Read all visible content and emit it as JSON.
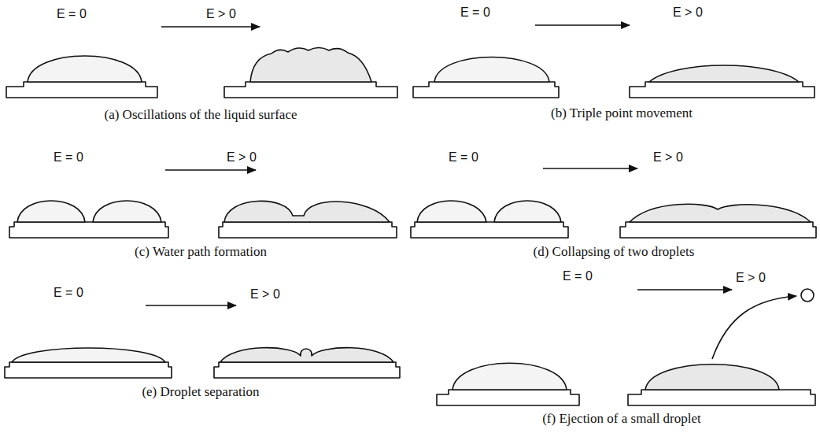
{
  "diagram": {
    "labels": [
      "E = 0",
      "E > 0",
      "(a) Oscillations of the liquid surface",
      "E = 0",
      "E > 0",
      "(b) Triple point movement",
      "E = 0",
      "E > 0",
      "(c) Water path formation",
      "E = 0",
      "E > 0",
      "(d) Collapsing of two droplets",
      "E = 0",
      "E > 0",
      "(e) Droplet separation",
      "E = 0",
      "E > 0",
      "(f) Ejection of a small droplet"
    ]
  }
}
